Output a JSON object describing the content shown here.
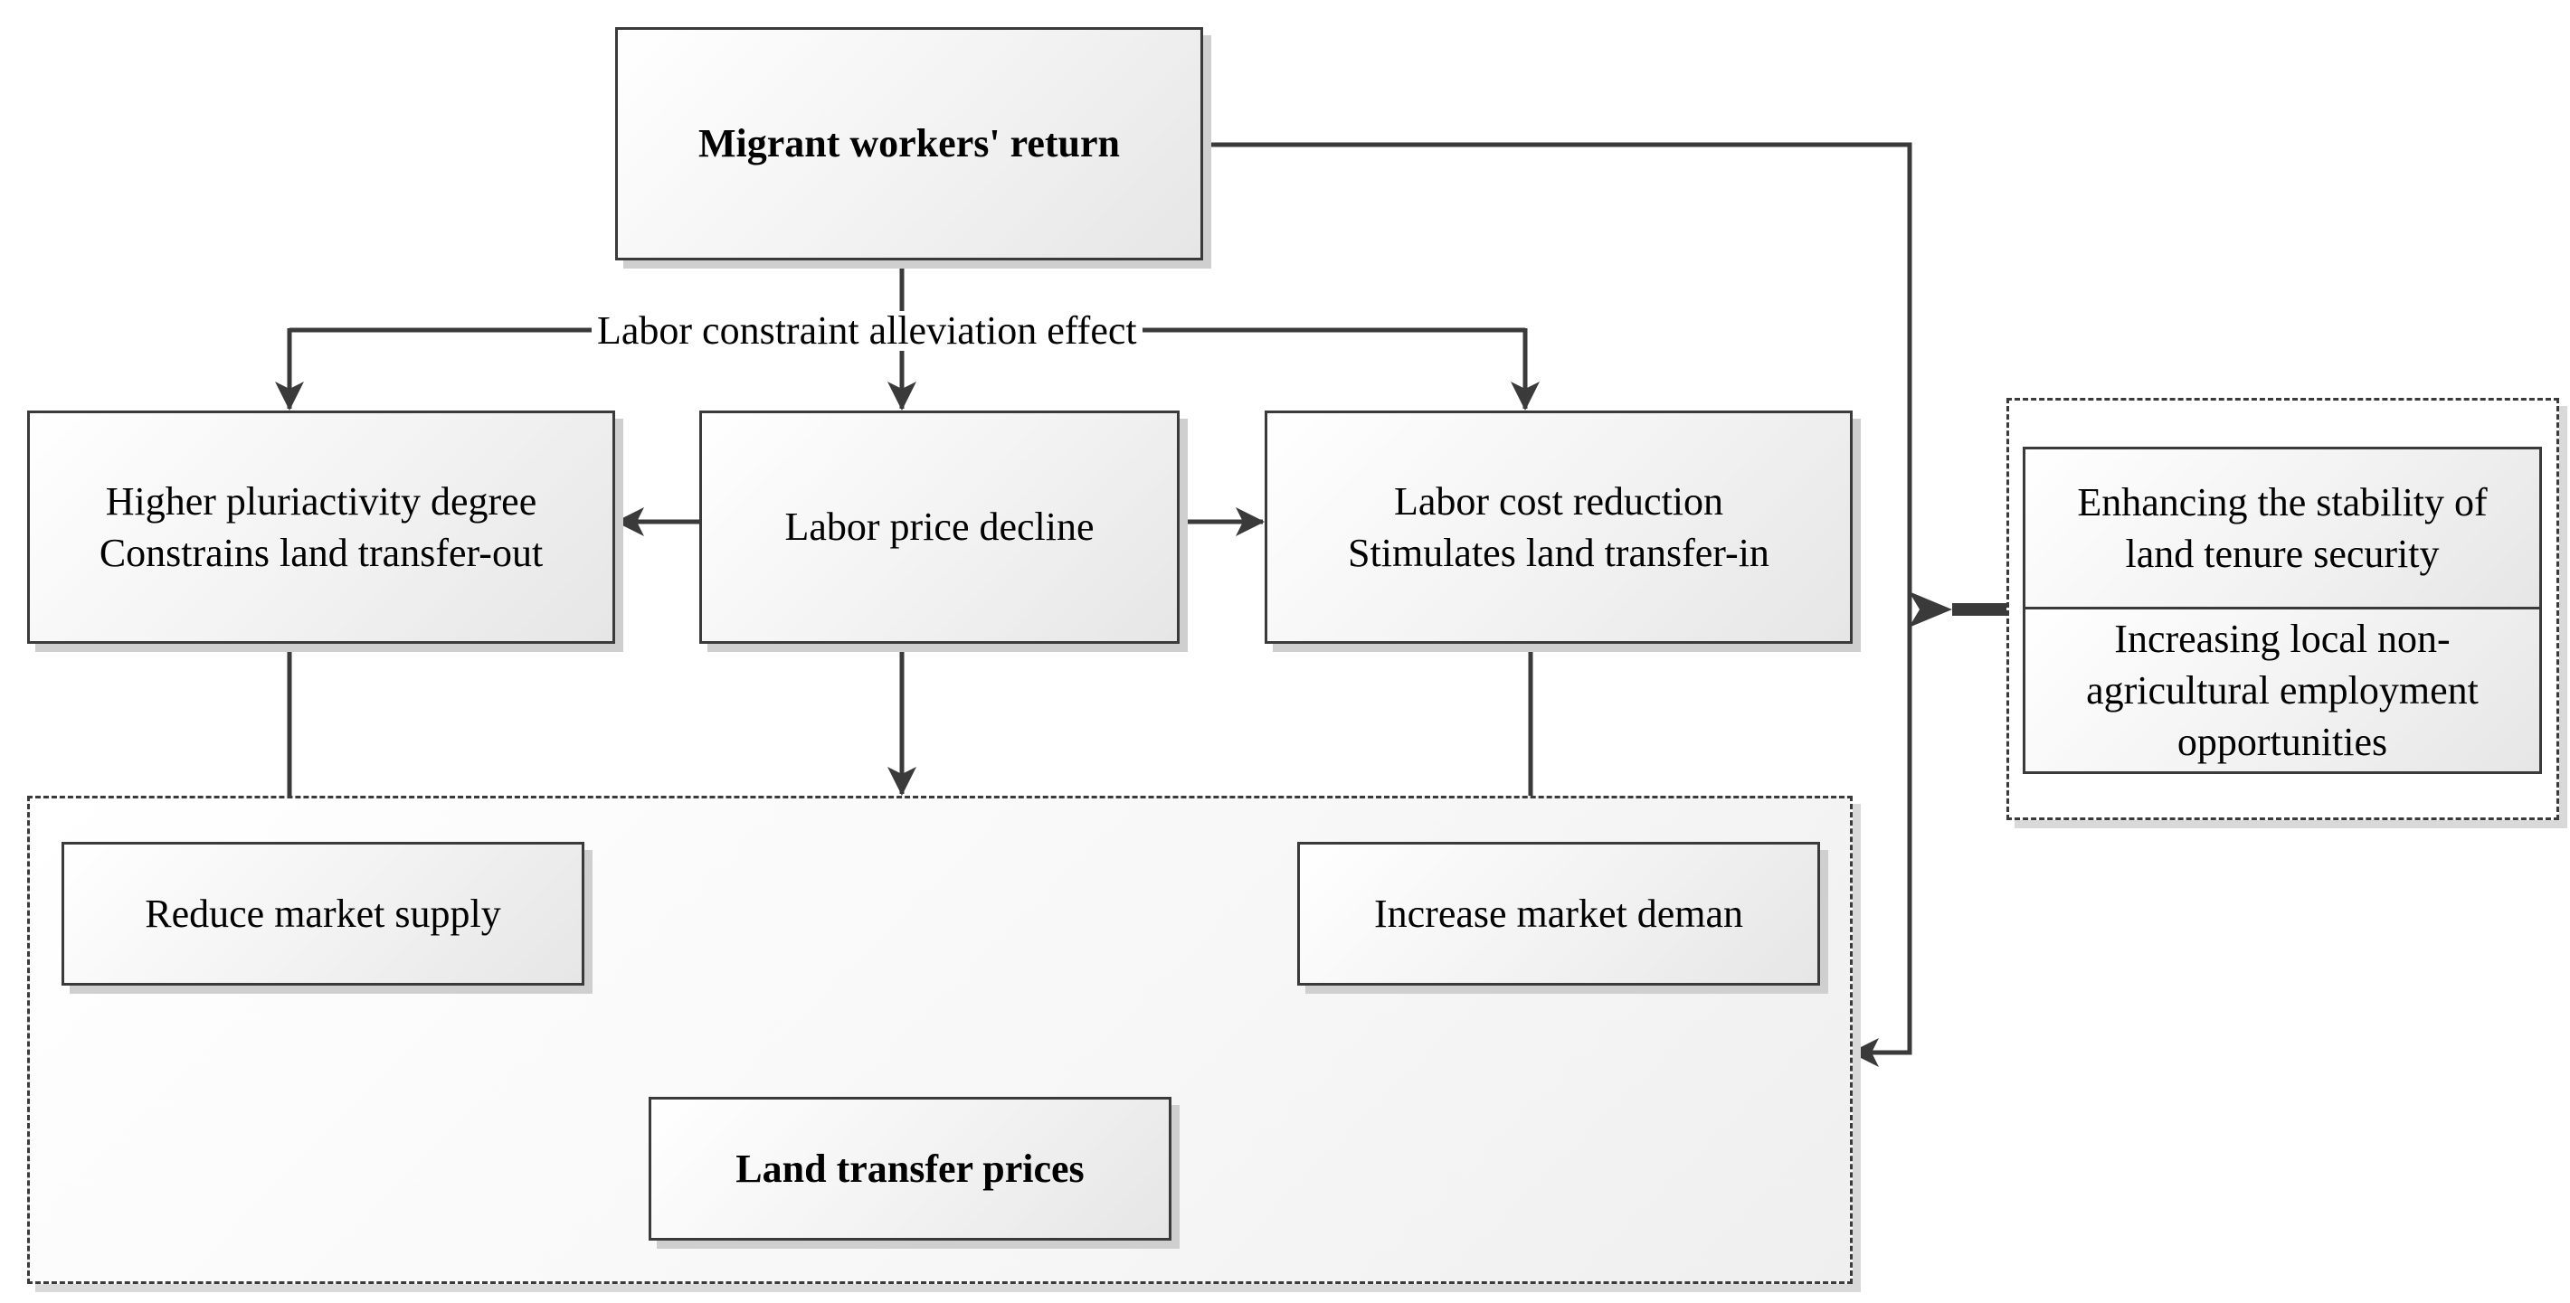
{
  "nodes": {
    "migrant_return": "Migrant workers' return",
    "pluriactivity": [
      "Higher pluriactivity degree",
      "Constrains land transfer-out"
    ],
    "labor_price": "Labor price decline",
    "labor_cost": [
      "Labor cost reduction",
      "Stimulates land transfer-in"
    ],
    "reduce_supply": "Reduce market supply",
    "increase_demand": "Increase market deman",
    "land_prices": "Land transfer prices",
    "tenure_security": [
      "Enhancing the stability of",
      "land tenure security"
    ],
    "local_employment": [
      "Increasing local non-",
      "agricultural employment",
      "opportunities"
    ]
  },
  "edge_labels": {
    "labor_constraint": "Labor constraint alleviation effect"
  }
}
